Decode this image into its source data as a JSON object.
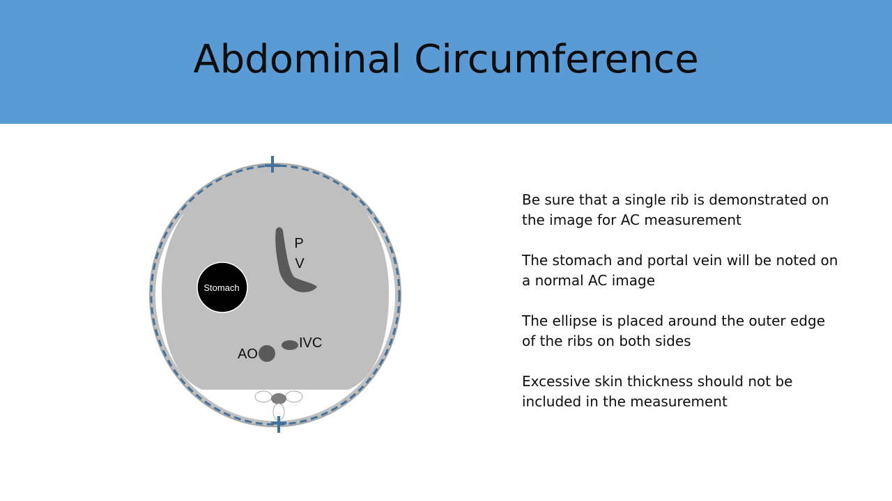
{
  "slide": {
    "title": "Abdominal Circumference"
  },
  "diagram": {
    "labels": {
      "stomach": "Stomach",
      "pv_line1": "P",
      "pv_line2": "V",
      "ivc": "IVC",
      "ao": "AO"
    },
    "colors": {
      "banner": "#5b9bd5",
      "abdomen_fill": "#bfbfbf",
      "measurement_ellipse": "#41719c",
      "rib": "#ffffff",
      "stomach": "#000000",
      "vessel": "#595959"
    }
  },
  "notes": [
    "Be sure that a single rib is demonstrated on the image for AC measurement",
    "The stomach and portal vein will be noted on a normal AC image",
    "The ellipse is placed around the outer edge of the ribs on both sides",
    "Excessive skin thickness should not be included in the measurement"
  ]
}
